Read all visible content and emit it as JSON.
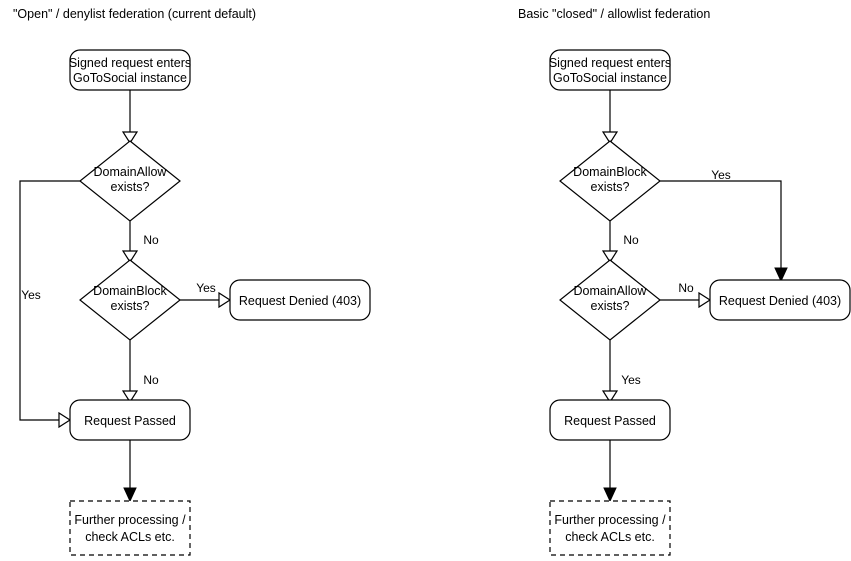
{
  "panels": [
    {
      "id": "open-denylist",
      "title": "\"Open\" / denylist federation (current default)",
      "nodes": {
        "entry": {
          "line1": "Signed request enters",
          "line2": "GoToSocial instance"
        },
        "decision1": {
          "line1": "DomainAllow",
          "line2": "exists?"
        },
        "decision2": {
          "line1": "DomainBlock",
          "line2": "exists?"
        },
        "denied": {
          "label": "Request Denied (403)"
        },
        "passed": {
          "label": "Request Passed"
        },
        "further": {
          "line1": "Further processing /",
          "line2": "check ACLs etc."
        }
      },
      "edges": {
        "allow_yes": "Yes",
        "allow_no": "No",
        "block_yes": "Yes",
        "block_no": "No"
      }
    },
    {
      "id": "closed-allowlist",
      "title": "Basic \"closed\" / allowlist federation",
      "nodes": {
        "entry": {
          "line1": "Signed request enters",
          "line2": "GoToSocial instance"
        },
        "decision1": {
          "line1": "DomainBlock",
          "line2": "exists?"
        },
        "decision2": {
          "line1": "DomainAllow",
          "line2": "exists?"
        },
        "denied": {
          "label": "Request Denied (403)"
        },
        "passed": {
          "label": "Request Passed"
        },
        "further": {
          "line1": "Further processing /",
          "line2": "check ACLs etc."
        }
      },
      "edges": {
        "block_yes": "Yes",
        "block_no": "No",
        "allow_no": "No",
        "allow_yes": "Yes"
      }
    }
  ],
  "colors": {
    "stroke": "#000000",
    "fill": "#ffffff",
    "text": "#000000",
    "background": "#ffffff"
  }
}
